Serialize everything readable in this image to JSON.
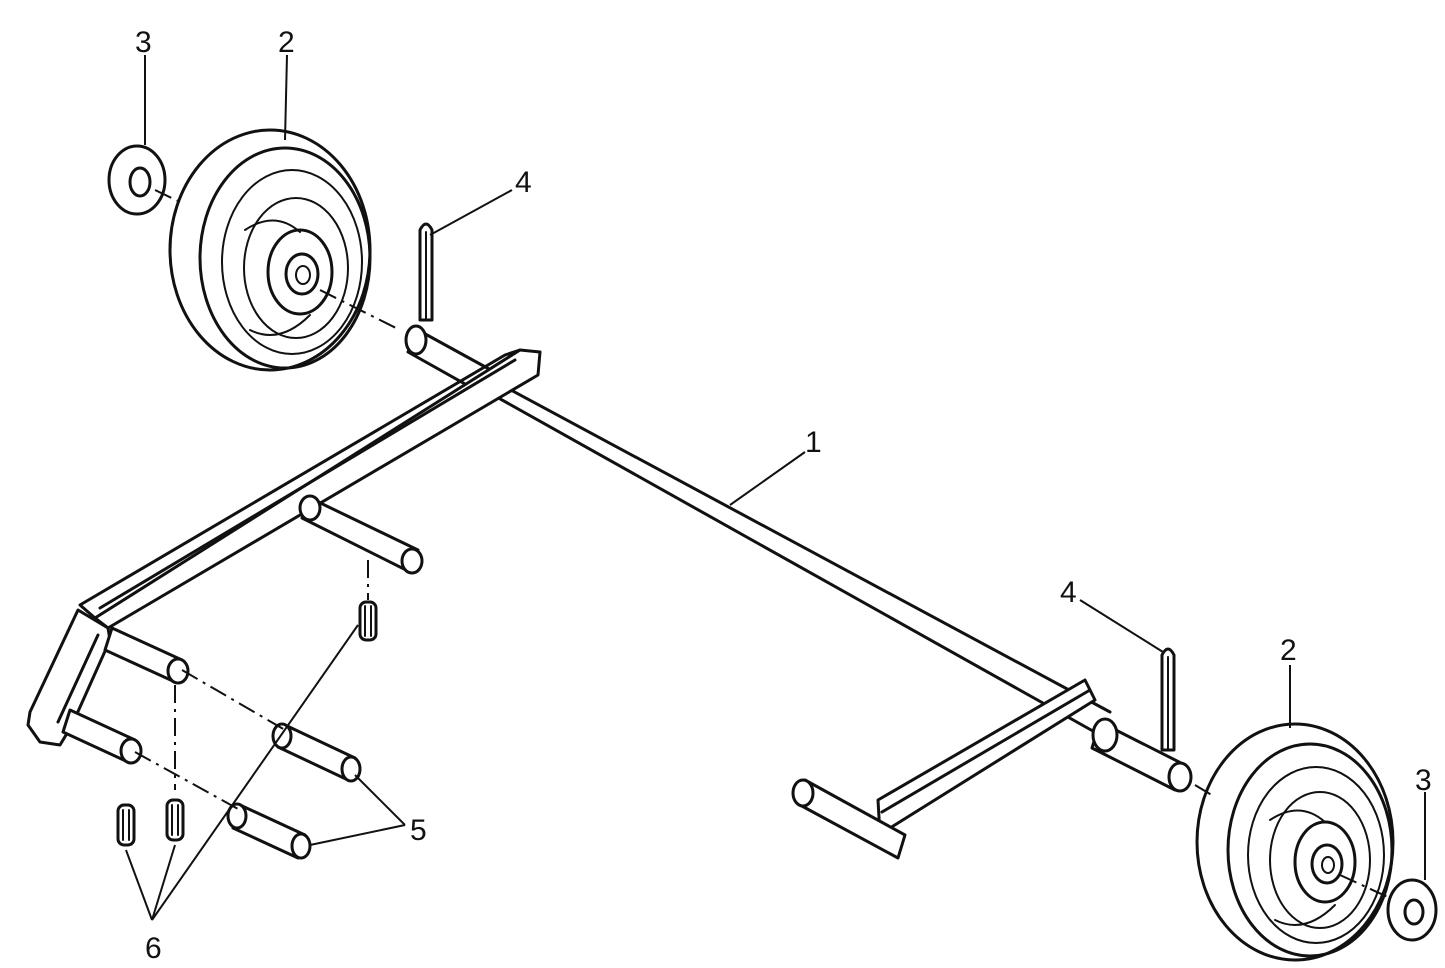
{
  "callouts": {
    "axle": "1",
    "wheel_left": "2",
    "wheel_right": "2",
    "washer_left": "3",
    "washer_right": "3",
    "cotter_pin_left": "4",
    "cotter_pin_right": "4",
    "pins": "5",
    "roll_pins": "6"
  }
}
